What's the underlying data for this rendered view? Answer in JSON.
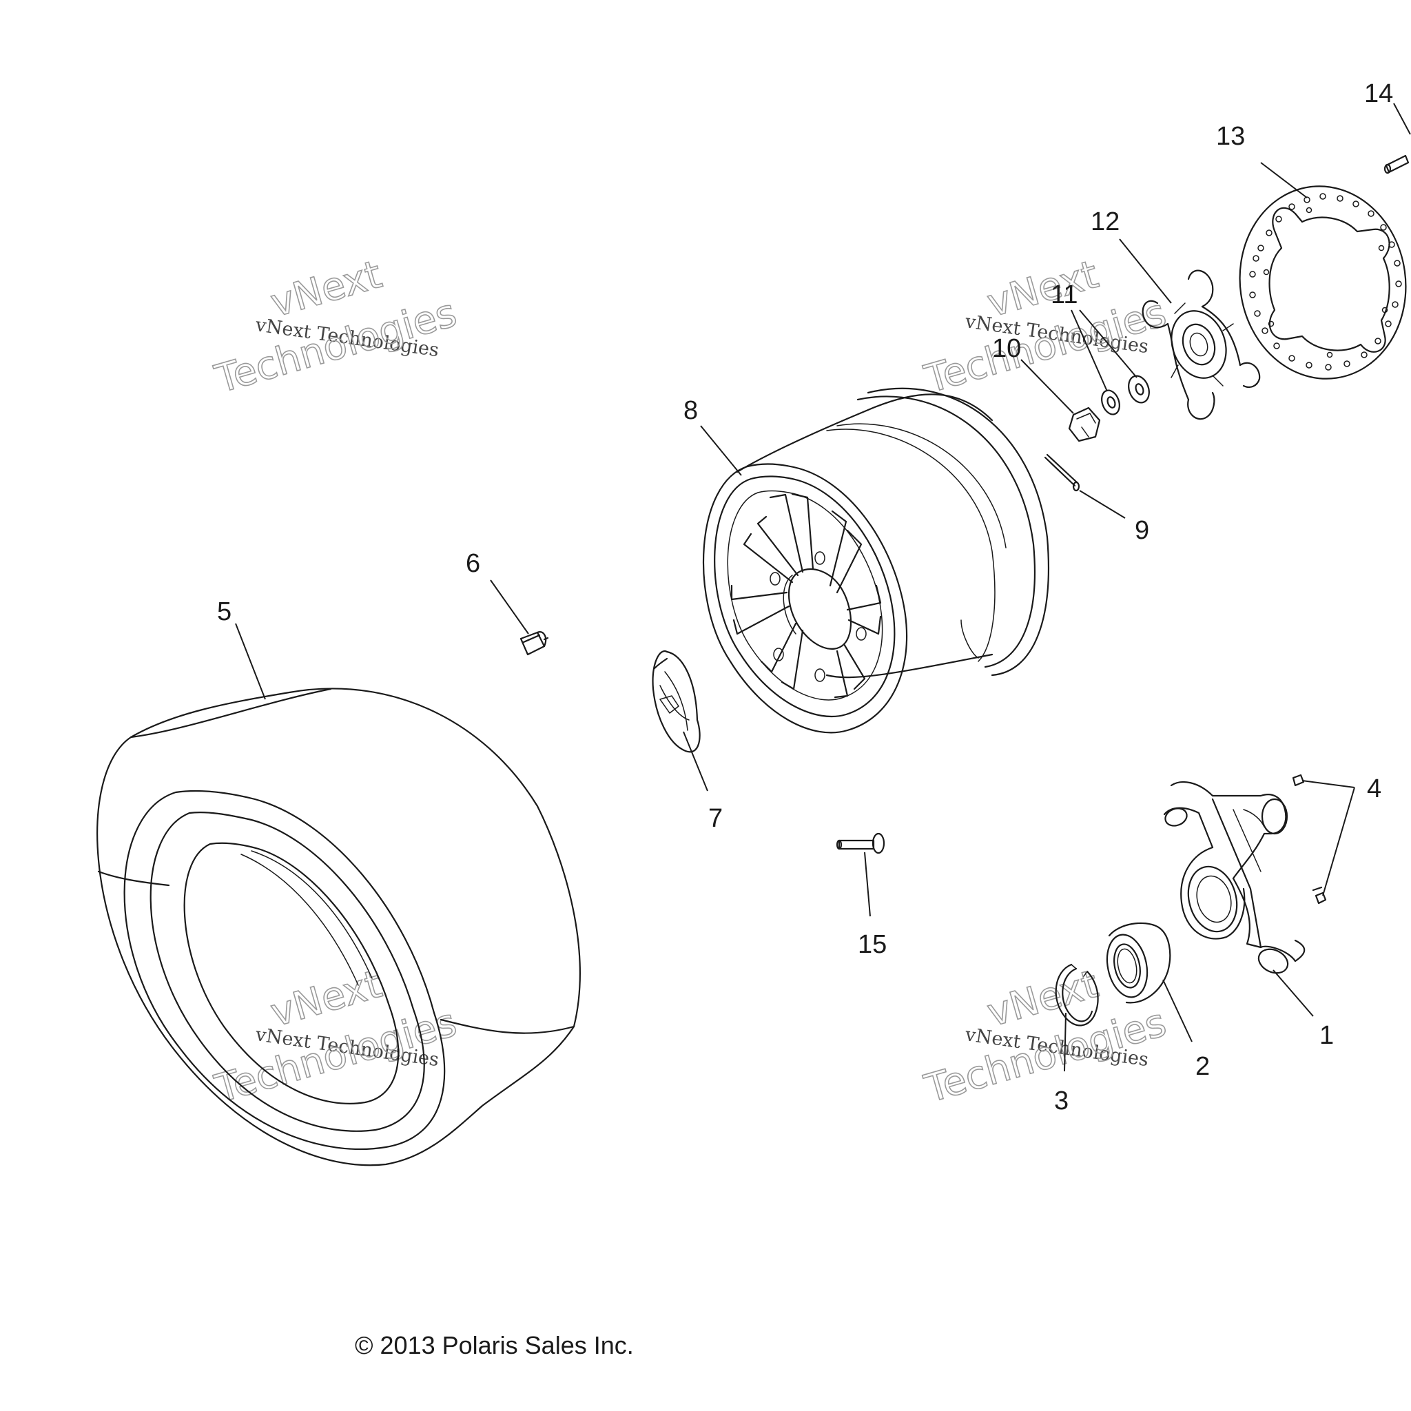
{
  "callouts": [
    "1",
    "2",
    "3",
    "4",
    "5",
    "6",
    "7",
    "8",
    "9",
    "10",
    "11",
    "12",
    "13",
    "14",
    "15"
  ],
  "watermark": {
    "line1": "vNext Technologies",
    "big_line1": "vNext",
    "big_line2": "Technologies"
  },
  "copyright": "© 2013 Polaris Sales Inc."
}
